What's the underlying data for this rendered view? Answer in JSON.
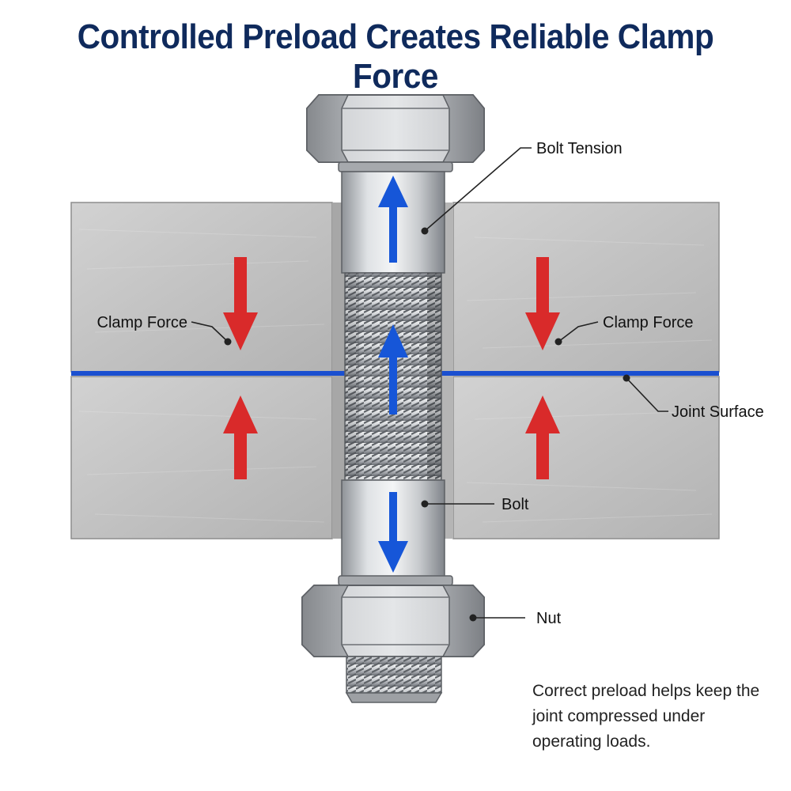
{
  "title": "Controlled Preload Creates Reliable Clamp Force",
  "labels": {
    "bolt_tension": "Bolt Tension",
    "clamp_force_left": "Clamp Force",
    "clamp_force_right": "Clamp Force",
    "joint_surface": "Joint Surface",
    "bolt": "Bolt",
    "nut": "Nut"
  },
  "caption": {
    "line1": "Correct preload helps keep the",
    "line2": "joint compressed under",
    "line3": "operating loads."
  },
  "colors": {
    "title": "#0f2a5c",
    "clamp_arrow": "#d92a2a",
    "tension_arrow": "#1656d8",
    "joint_line": "#1a4fd0",
    "plate": "#c4c4c4",
    "steel": "#b9bcbf"
  }
}
